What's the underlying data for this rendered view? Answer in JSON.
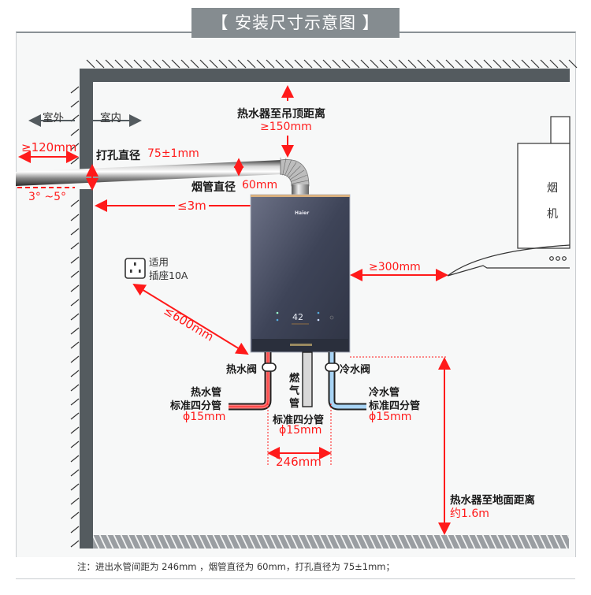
{
  "title": "【 安装尺寸示意图 】",
  "labels": {
    "outdoor": "室外",
    "indoor": "室内",
    "wall_clearance": "≥120mm",
    "hole_diameter_label": "打孔直径",
    "hole_diameter_value": "75±1mm",
    "slope": "3° ~5°",
    "ceiling_distance_label": "热水器至吊顶距离",
    "ceiling_distance_value": "≥150mm",
    "flue_diameter_label": "烟管直径",
    "flue_diameter_value": "60mm",
    "flue_length": "≤3m",
    "socket_line1": "适用",
    "socket_line2": "插座10A",
    "socket_distance": "≤600mm",
    "hood_distance": "≥300mm",
    "hood_char1": "烟",
    "hood_char2": "机",
    "hot_valve": "热水阀",
    "cold_valve": "冷水阀",
    "gas_pipe_chars": [
      "燃",
      "气",
      "管"
    ],
    "hot_pipe_line1": "热水管",
    "hot_pipe_line2": "标准四分管",
    "hot_pipe_size": "ɸ15mm",
    "cold_pipe_line1": "冷水管",
    "cold_pipe_line2": "标准四分管",
    "cold_pipe_size": "ɸ15mm",
    "gas_pipe_line1": "标准四分管",
    "gas_pipe_size": "ɸ15mm",
    "pipe_spacing": "246mm",
    "floor_distance_label": "热水器至地面距离",
    "floor_distance_value": "约1.6m",
    "heater_display": "42",
    "heater_brand": "Haier"
  },
  "note": "注：进出水管间距为 246mm ，烟管直径为 60mm，打孔直径为 75±1mm；",
  "colors": {
    "accent_red": "#ff1a1a",
    "wall": "#545b5f",
    "title_bg": "#858c90",
    "floor": "#9a9ea2",
    "heater_body": "#3e4458",
    "cold_pipe": "#a8d4f5",
    "hot_pipe": "#ff8080"
  }
}
